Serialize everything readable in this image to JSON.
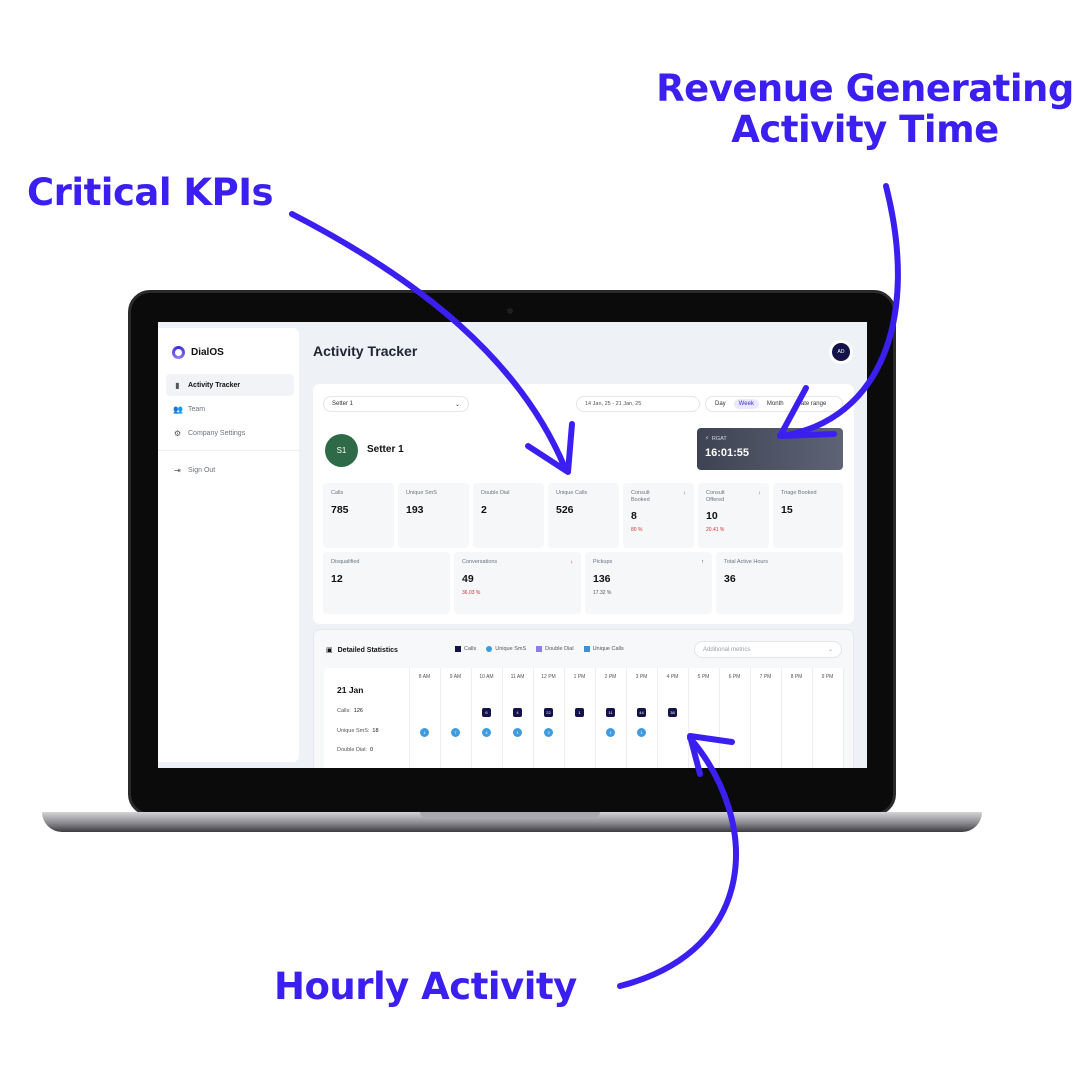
{
  "callouts": {
    "kpis": "Critical KPIs",
    "rgat": "Revenue Generating Activity Time",
    "hourly": "Hourly Activity"
  },
  "app": {
    "brand": "DialOS",
    "page_title": "Activity Tracker",
    "user_initials": "AD"
  },
  "sidebar": {
    "items": [
      {
        "label": "Activity Tracker",
        "icon": "bar-chart-icon"
      },
      {
        "label": "Team",
        "icon": "users-icon"
      },
      {
        "label": "Company Settings",
        "icon": "gear-icon"
      },
      {
        "label": "Sign Out",
        "icon": "sign-out-icon"
      }
    ]
  },
  "filters": {
    "setter": "Setter 1",
    "date_range": "14 Jan, 25 - 21 Jan, 25",
    "periods": [
      "Day",
      "Week",
      "Month",
      "Date range"
    ],
    "selected_period": "Week"
  },
  "setter": {
    "initials": "S1",
    "name": "Setter 1"
  },
  "rgat": {
    "label": "RGAT",
    "value": "16:01:55"
  },
  "kpis_row1": [
    {
      "label": "Calls",
      "value": "785"
    },
    {
      "label": "Unique SmS",
      "value": "193"
    },
    {
      "label": "Double Dial",
      "value": "2"
    },
    {
      "label": "Unique Calls",
      "value": "526"
    },
    {
      "label": "Consult Booked",
      "value": "8",
      "sub": "80 %",
      "trend": "↓"
    },
    {
      "label": "Consult Offered",
      "value": "10",
      "sub": "20.41 %",
      "trend": "↓"
    },
    {
      "label": "Triage Booked",
      "value": "15"
    }
  ],
  "kpis_row2": [
    {
      "label": "Disqualified",
      "value": "12"
    },
    {
      "label": "Conversations",
      "value": "49",
      "sub": "36.03 %",
      "trend": "↓"
    },
    {
      "label": "Pickups",
      "value": "136",
      "sub": "17.32 %",
      "trend": "↑"
    },
    {
      "label": "Total Active Hours",
      "value": "36"
    }
  ],
  "stats": {
    "title": "Detailed Statistics",
    "legend": [
      {
        "label": "Calls",
        "color": "#13124a"
      },
      {
        "label": "Unique SmS",
        "color": "#3f9be0"
      },
      {
        "label": "Double Dial",
        "color": "#8b7cf0"
      },
      {
        "label": "Unique Calls",
        "color": "#3b8fd4"
      }
    ],
    "additional_metrics_placeholder": "Additional metrics",
    "day": "21 Jan",
    "rows": [
      {
        "label": "Calls:",
        "value": "126"
      },
      {
        "label": "Unique SmS:",
        "value": "18"
      },
      {
        "label": "Double Dial:",
        "value": "0"
      }
    ],
    "hours": [
      "8 AM",
      "9 AM",
      "10 AM",
      "11 AM",
      "12 PM",
      "1 PM",
      "2 PM",
      "3 PM",
      "4 PM",
      "5 PM",
      "6 PM",
      "7 PM",
      "8 PM",
      "9 PM"
    ],
    "calls_by_hour": [
      "",
      "",
      "6",
      "4",
      "22",
      "1",
      "11",
      "44",
      "38",
      "",
      "",
      "",
      "",
      ""
    ],
    "sms_by_hour": [
      "1",
      "7",
      "4",
      "1",
      "3",
      "",
      "1",
      "1",
      "",
      "",
      "",
      "",
      "",
      ""
    ]
  }
}
